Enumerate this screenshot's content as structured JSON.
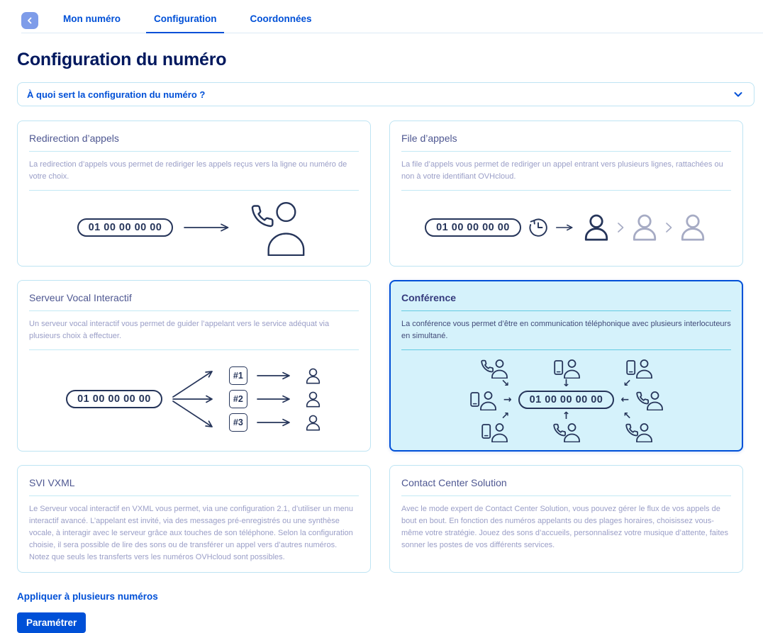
{
  "theme": {
    "colors": {
      "accent": "#0050d7",
      "page_title": "#00185e",
      "card_title": "#4e5791",
      "description": "#9a9ec7",
      "card_border": "#bee4f3",
      "selected_card_bg": "#d5f2fb",
      "illustration_stroke": "#26355a",
      "inactive_icon_gray": "#a6abc4",
      "back_button_bg": "#7e9ce9"
    }
  },
  "header": {
    "back_icon": "chevron-left",
    "tabs": [
      {
        "label": "Mon numéro",
        "active": false
      },
      {
        "label": "Configuration",
        "active": true
      },
      {
        "label": "Coordonnées",
        "active": false
      }
    ]
  },
  "page": {
    "title": "Configuration du numéro"
  },
  "accordion": {
    "label": "À quoi sert la configuration du numéro ?",
    "state_icon": "chevron-down"
  },
  "phone_number": "01 00 00 00 00",
  "cards": {
    "redirection": {
      "title": "Redirection d’appels",
      "description": "La redirection d’appels vous permet de rediriger les appels reçus vers la ligne ou numéro de votre choix."
    },
    "file": {
      "title": "File d’appels",
      "description": "La file d’appels vous permet de rediriger un appel entrant vers plusieurs lignes, rattachées ou non à votre identifiant OVHcloud."
    },
    "svi": {
      "title": "Serveur Vocal Interactif",
      "description": "Un serveur vocal interactif vous permet de guider l’appelant vers le service adéquat via plusieurs choix à effectuer.",
      "options": [
        "#1",
        "#2",
        "#3"
      ]
    },
    "conference": {
      "title": "Conférence",
      "description": "La conférence vous permet d’être en communication téléphonique avec plusieurs interlocuteurs en simultané.",
      "selected": true
    },
    "svi_vxml": {
      "title": "SVI VXML",
      "description": "Le Serveur vocal interactif en VXML vous permet, via une configuration 2.1, d’utiliser un menu interactif avancé. L’appelant est invité, via des messages pré-enregistrés ou une synthèse vocale, à interagir avec le serveur grâce aux touches de son téléphone. Selon la configuration choisie, il sera possible de lire des sons ou de transférer un appel vers d’autres numéros. Notez que seuls les transferts vers les numéros OVHcloud sont possibles."
    },
    "contact_center": {
      "title": "Contact Center Solution",
      "description": "Avec le mode expert de Contact Center Solution, vous pouvez gérer le flux de vos appels de bout en bout. En fonction des numéros appelants ou des plages horaires, choisissez vous-même votre stratégie. Jouez des sons d’accueils, personnalisez votre musique d’attente, faites sonner les postes de vos différents services."
    }
  },
  "footer": {
    "link_label": "Appliquer à plusieurs numéros",
    "button_label": "Paramétrer"
  }
}
